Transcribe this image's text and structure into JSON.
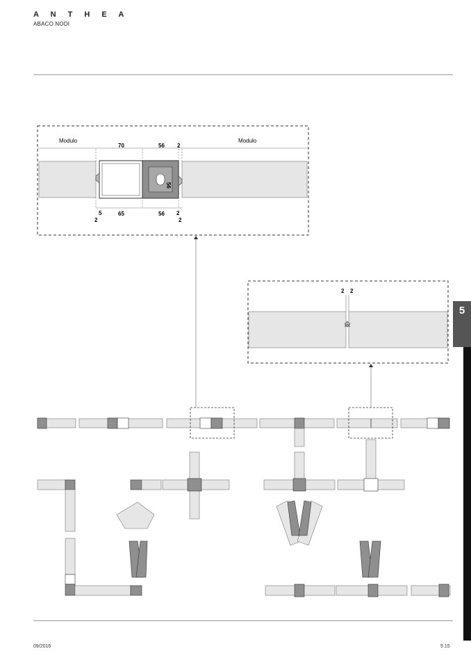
{
  "header": {
    "brand": "A N T H E A",
    "subtitle": "ABACO NODI"
  },
  "footer": {
    "date": "09/2016",
    "page": "5.15"
  },
  "section_tab": "5",
  "detail_top": {
    "modulo_left": "Modulo",
    "modulo_right": "Modulo",
    "dim_top": [
      "70",
      "56",
      "2"
    ],
    "dim_bottom": [
      "5",
      "65",
      "56",
      "2"
    ],
    "dim_bottom_low": [
      "2",
      "2"
    ],
    "dim_vertical": "56"
  },
  "detail_right": {
    "gap_left": "2",
    "gap_right": "2"
  },
  "colors": {
    "panel": "#e6e6e6",
    "profile": "#8f8f8f",
    "line": "#555555",
    "accent_tab": "#555555",
    "side_bar": "#111111"
  }
}
